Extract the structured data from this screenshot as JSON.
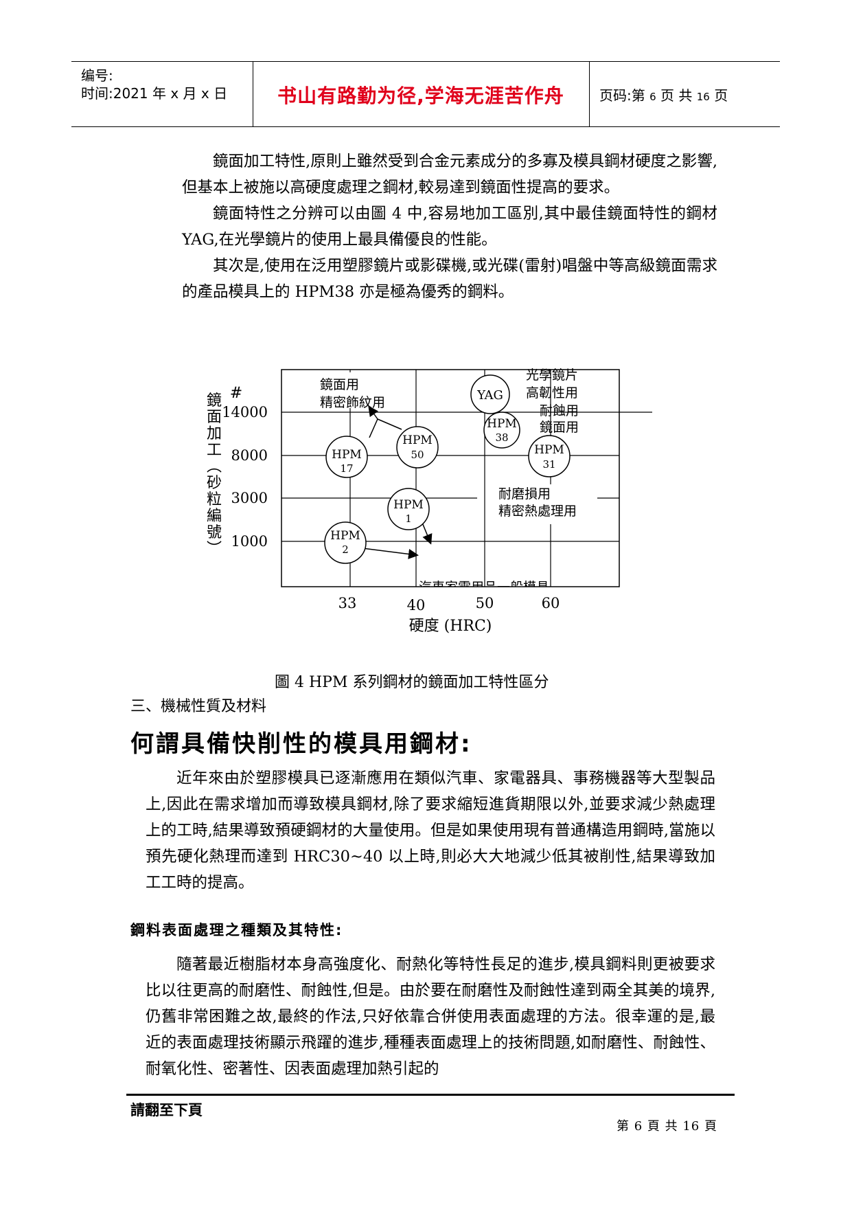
{
  "header": {
    "id_label": "编号:",
    "time_label": "时间:2021 年 x 月 x 日",
    "motto": "书山有路勤为径,学海无涯苦作舟",
    "page_prefix": "页码:第",
    "page_num": "6",
    "page_mid": "页  共",
    "page_total": "16",
    "page_suffix": "页"
  },
  "intro": [
    "鏡面加工特性,原則上雖然受到合金元素成分的多寡及模具鋼材硬度之影響,但基本上被施以高硬度處理之鋼材,較易達到鏡面性提高的要求。",
    "鏡面特性之分辨可以由圖 4 中,容易地加工區別,其中最佳鏡面特性的鋼材 YAG,在光學鏡片的使用上最具備優良的性能。",
    "其次是,使用在泛用塑膠鏡片或影碟機,或光碟(雷射)唱盤中等高級鏡面需求的產品模具上的 HPM38 亦是極為優秀的鋼料。"
  ],
  "chart_data": {
    "type": "diagram",
    "ylabel": "鏡面加工(砂粒編號)",
    "ylabel_hash": "#",
    "xlabel": "硬度  (HRC)",
    "x_ticks": [
      "33",
      "40",
      "50",
      "60"
    ],
    "y_ticks": [
      "14000",
      "8000",
      "3000",
      "1000"
    ],
    "steels": [
      {
        "name": "YAG",
        "sub": ""
      },
      {
        "name": "HPM",
        "sub": "38"
      },
      {
        "name": "HPM",
        "sub": "50"
      },
      {
        "name": "HPM",
        "sub": "17"
      },
      {
        "name": "HPM",
        "sub": "31"
      },
      {
        "name": "HPM",
        "sub": "1"
      },
      {
        "name": "HPM",
        "sub": "2"
      }
    ],
    "annotations": {
      "mirror_1": "鏡面用",
      "mirror_2": "精密飾紋用",
      "optical_1": "光學鏡片",
      "optical_2": "高韌性用",
      "optical_3": "耐蝕用",
      "optical_4": "鏡面用",
      "wear_1": "耐磨損用",
      "wear_2": "精密熱處理用",
      "general": "汽車家電用品一般模具"
    }
  },
  "caption": "圖 4    HPM 系列鋼材的鏡面加工特性區分",
  "section3": "三、機械性質及材料",
  "heading": "何謂具備快削性的模具用鋼材:",
  "para2": "近年來由於塑膠模具已逐漸應用在類似汽車、家電器具、事務機器等大型製品上,因此在需求增加而導致模具鋼材,除了要求縮短進貨期限以外,並要求減少熱處理上的工時,結果導致預硬鋼材的大量使用。但是如果使用現有普通構造用鋼時,當施以預先硬化熱理而達到 HRC30~40 以上時,則必大大地減少低其被削性,結果導致加工工時的提高。",
  "subheading": "鋼料表面處理之種類及其特性:",
  "para3": "隨著最近樹脂材本身高強度化、耐熱化等特性長足的進步,模具鋼料則更被要求比以往更高的耐磨性、耐蝕性,但是。由於要在耐磨性及耐蝕性達到兩全其美的境界,仍舊非常困難之故,最終的作法,只好依靠合併使用表面處理的方法。很幸運的是,最近的表面處理技術顯示飛躍的進步,種種表面處理上的技術問題,如耐磨性、耐蝕性、耐氧化性、密著性、因表面處理加熱引起的",
  "footer_note": "請翻至下頁",
  "footer_page": "第 6 頁 共 16 頁"
}
